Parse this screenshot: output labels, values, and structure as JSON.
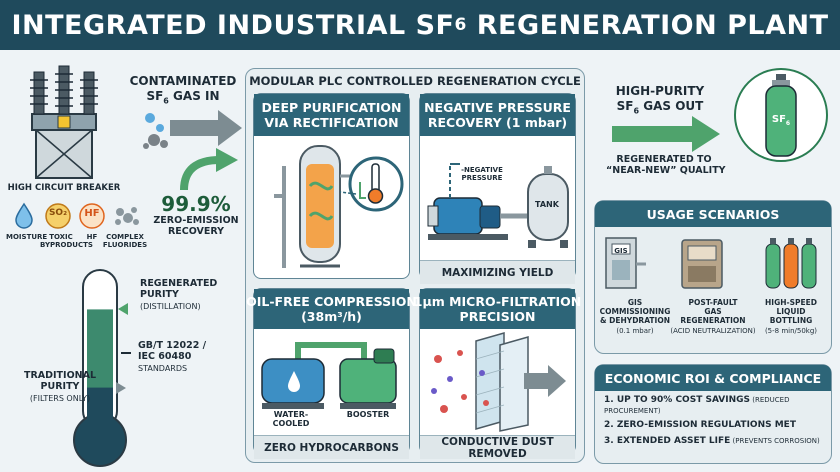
{
  "header": {
    "title_main": "INTEGRATED INDUSTRIAL SF",
    "title_sub": "6",
    "title_end": " REGENERATION PLANT"
  },
  "left": {
    "in_label_line1": "CONTAMINATED",
    "in_label_line2a": "SF",
    "in_label_line2sub": "6",
    "in_label_line2b": " GAS IN",
    "breaker_label": "HIGH CIRCUIT BREAKER",
    "contaminants": [
      {
        "label": "MOISTURE",
        "symbol": ""
      },
      {
        "label": "TOXIC\nBYPRODUCTS",
        "symbol": "SO₂"
      },
      {
        "label": "HF",
        "symbol": "HF"
      },
      {
        "label": "COMPLEX\nFLUORIDES",
        "symbol": ""
      }
    ],
    "recovery_value": "99.9%",
    "recovery_label": "ZERO-EMISSION\nRECOVERY"
  },
  "thermo": {
    "regen_label": "REGENERATED\nPURITY",
    "regen_sub": "(DISTILLATION)",
    "std_label": "GB/T 12022 /\nIEC 60480",
    "std_sub": "STANDARDS",
    "trad_label": "TRADITIONAL\nPURITY",
    "trad_sub": "(FILTERS ONLY)",
    "regen_level": 0.78,
    "trad_level": 0.32
  },
  "cycle": {
    "title": "MODULAR PLC CONTROLLED REGENERATION CYCLE",
    "cards": [
      {
        "title": "DEEP PURIFICATION\nVIA RECTIFICATION",
        "foot": ""
      },
      {
        "title": "NEGATIVE PRESSURE\nRECOVERY (1 mbar)",
        "foot": "MAXIMIZING YIELD",
        "note1": "-NEGATIVE\nPRESSURE",
        "tank": "TANK"
      },
      {
        "title": "OIL-FREE COMPRESSION\n(38m³/h)",
        "foot": "ZERO HYDROCARBONS",
        "label_a": "WATER-COOLED",
        "label_b": "BOOSTER"
      },
      {
        "title": "1μm MICRO-FILTRATION\nPRECISION",
        "foot": "CONDUCTIVE DUST REMOVED"
      }
    ]
  },
  "right": {
    "out_label_line1": "HIGH-PURITY",
    "out_label_line2a": "SF",
    "out_label_line2sub": "6",
    "out_label_line2b": " GAS OUT",
    "cylinder_label": "SF",
    "cylinder_sub": "6",
    "quality": "REGENERATED TO\n“NEAR-NEW” QUALITY"
  },
  "usage": {
    "title": "USAGE SCENARIOS",
    "items": [
      {
        "name": "GIS\nCOMMISSIONING\n& DEHYDRATION",
        "detail": "(0.1 mbar)",
        "icon_text": "GIS"
      },
      {
        "name": "POST-FAULT\nGAS\nREGENERATION",
        "detail": "(ACID NEUTRALIZATION)"
      },
      {
        "name": "HIGH-SPEED\nLIQUID\nBOTTLING",
        "detail": "(5-8 min/50kg)"
      }
    ]
  },
  "roi": {
    "title": "ECONOMIC ROI & COMPLIANCE",
    "items": [
      {
        "main": "1. UP TO 90% COST SAVINGS",
        "note": " (REDUCED\nPROCUREMENT)"
      },
      {
        "main": "2. ZERO-EMISSION REGULATIONS MET",
        "note": ""
      },
      {
        "main": "3. EXTENDED ASSET LIFE",
        "note": " (PREVENTS CORROSION)"
      }
    ]
  },
  "colors": {
    "header": "#1f4a5c",
    "card_head": "#2d6578",
    "arrow_gray": "#7d8c92",
    "arrow_green": "#4fa36c",
    "accent_orange": "#f07c2a",
    "water_blue": "#3e8fd0"
  }
}
